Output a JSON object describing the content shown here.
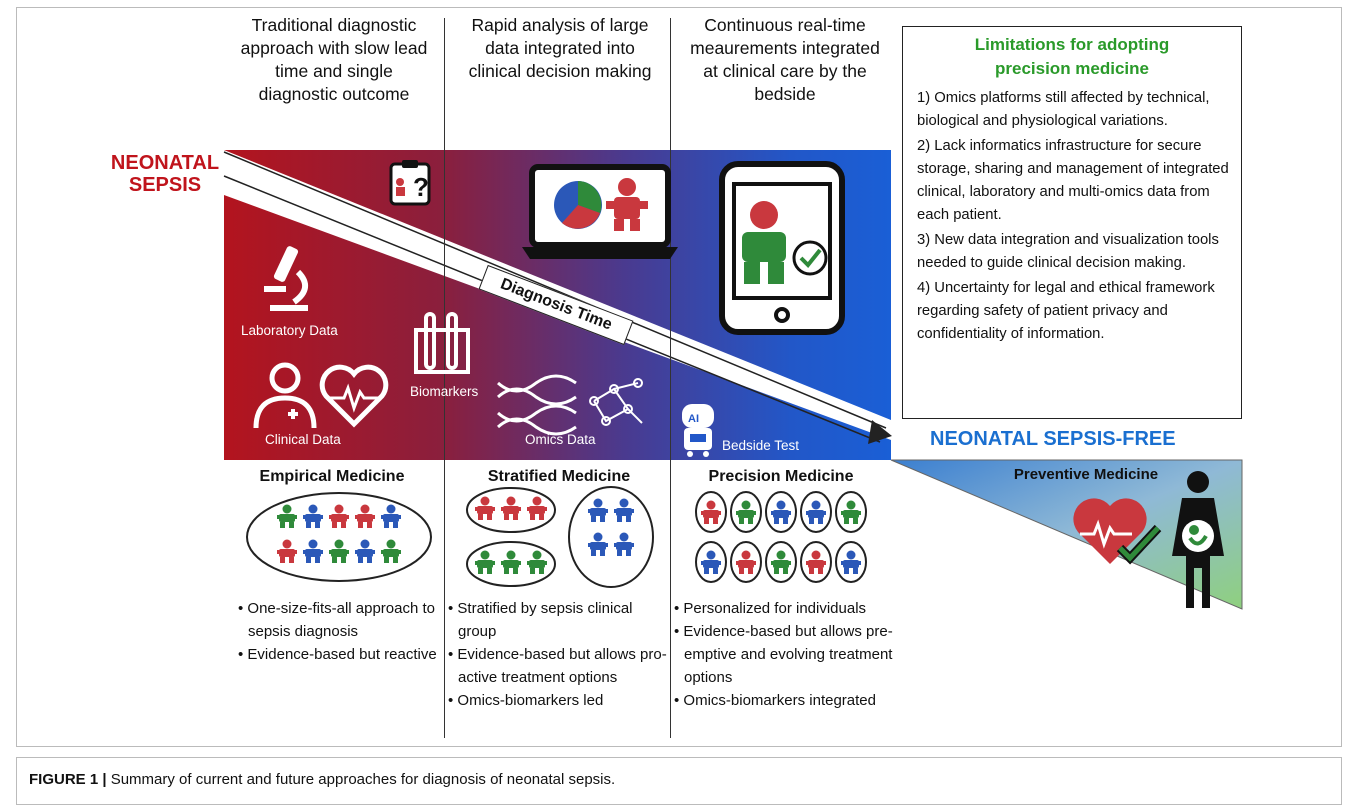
{
  "columns": [
    {
      "heading": [
        "Traditional diagnostic",
        "approach with slow lead",
        "time and single",
        "diagnostic outcome"
      ]
    },
    {
      "heading": [
        "Rapid analysis of large",
        "data integrated into",
        "clinical decision making"
      ]
    },
    {
      "heading": [
        "Continuous real-time",
        "meaurements integrated",
        "at clinical care by the",
        "bedside"
      ]
    }
  ],
  "sepsis_label": [
    "NEONATAL",
    "SEPSIS"
  ],
  "sepsis_free_label": "NEONATAL SEPSIS-FREE",
  "arrow_label": "Diagnosis Time",
  "band_labels": {
    "laboratory": "Laboratory Data",
    "clinical": "Clinical Data",
    "biomarkers": "Biomarkers",
    "omics": "Omics Data",
    "bedside": "Bedside Test",
    "ai": "AI"
  },
  "limitations": {
    "title": [
      "Limitations for adopting",
      "precision medicine"
    ],
    "items": [
      "1) Omics platforms still affected by technical, biological and physiological variations.",
      "2) Lack informatics infrastructure for secure storage, sharing and management of integrated clinical, laboratory and multi-omics data from each patient.",
      "3) New data integration and visualization tools needed to guide clinical decision making.",
      "4) Uncertainty for legal and ethical framework regarding safety of patient privacy and confidentiality of information."
    ]
  },
  "medicine": {
    "empirical": {
      "title": "Empirical Medicine",
      "bullets": [
        "One-size-fits-all approach to sepsis diagnosis",
        "Evidence-based but reactive"
      ]
    },
    "stratified": {
      "title": "Stratified Medicine",
      "bullets": [
        "Stratified by sepsis clinical group",
        "Evidence-based but allows pro-active treatment options",
        "Omics-biomarkers led"
      ]
    },
    "precision": {
      "title": "Precision Medicine",
      "bullets": [
        "Personalized for individuals",
        "Evidence-based but allows pre-emptive and evolving treatment options",
        "Omics-biomarkers integrated"
      ]
    },
    "preventive": {
      "title": "Preventive Medicine"
    }
  },
  "caption": {
    "label": "FIGURE 1 |",
    "text": " Summary of current and future approaches for diagnosis of neonatal sepsis."
  },
  "colors": {
    "red": "#c0141c",
    "blue": "#1a6fd0",
    "green": "#2a9a2a",
    "baby_red": "#c9383e",
    "baby_blue": "#2b58b8",
    "baby_green": "#2f8a3a"
  }
}
